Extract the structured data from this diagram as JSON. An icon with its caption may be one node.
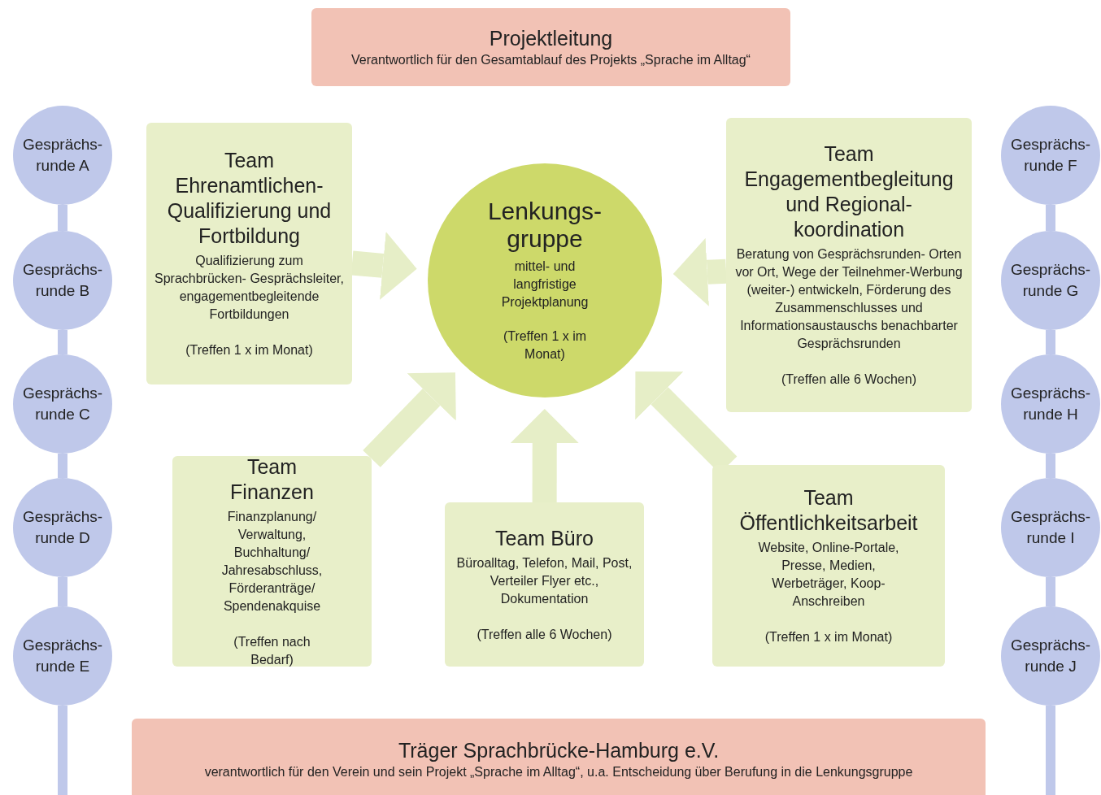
{
  "diagram": {
    "nodes": [
      {
        "text": [
          "Projektleitung",
          "Verantwortlich für den Gesamtablauf des Projekts „Sprache im Alltag“"
        ]
      },
      {
        "text": [
          "Team Ehrenamtlichen- Qualifizierung und Fortbildung",
          "Qualifizierung zum Sprachbrücken- Gesprächsleiter, engagementbegleitende Fortbildungen",
          "(Treffen 1 x im Monat)"
        ]
      },
      {
        "text": [
          "Lenkungs- gruppe",
          "mittel- und langfristige Projektplanung",
          "(Treffen 1 x im Monat)"
        ]
      },
      {
        "text": [
          "Team Engagementbegleitung und Regional- koordination",
          "Beratung von Gesprächsrunden- Orten vor Ort, Wege der Teilnehmer-Werbung (weiter-) entwickeln, Förderung des Zusammenschlusses und Informationsaustauschs benachbarter Gesprächsrunden",
          "(Treffen alle 6 Wochen)"
        ]
      },
      {
        "text": [
          "Team Finanzen",
          "Finanzplanung/ Verwaltung, Buchhaltung/ Jahresabschluss, Förderanträge/ Spendenakquise",
          "(Treffen nach Bedarf)"
        ]
      },
      {
        "text": [
          "Team Büro",
          "Büroalltag, Telefon, Mail, Post, Verteiler Flyer etc., Dokumentation",
          "(Treffen alle 6 Wochen)"
        ]
      },
      {
        "text": [
          "Team Öffentlichkeitsarbeit",
          "Website, Online-Portale, Presse, Medien, Werbeträger, Koop-Anschreiben",
          "(Treffen 1 x im Monat)"
        ]
      },
      {
        "text": [
          "Träger Sprachbrücke-Hamburg e.V.",
          "verantwortlich für den Verein und sein Projekt „Sprache im Alltag“, u.a. Entscheidung über Berufung in die Lenkungsgruppe"
        ]
      },
      {
        "text": [
          "Gesprächs- runde A"
        ]
      },
      {
        "text": [
          "Gesprächs- runde B"
        ]
      },
      {
        "text": [
          "Gesprächs- runde C"
        ]
      },
      {
        "text": [
          "Gesprächs- runde D"
        ]
      },
      {
        "text": [
          "Gesprächs- runde E"
        ]
      },
      {
        "text": [
          "Gesprächs- runde F"
        ]
      },
      {
        "text": [
          "Gesprächs- runde G"
        ]
      },
      {
        "text": [
          "Gesprächs- runde H"
        ]
      },
      {
        "text": [
          "Gesprächs- runde I"
        ]
      },
      {
        "text": [
          "Gesprächs- runde J"
        ]
      }
    ],
    "edges": [
      {
        "from": 1,
        "to": 2,
        "arrow": "to",
        "style": "thick",
        "color": "#e6eec7"
      },
      {
        "from": 3,
        "to": 2,
        "arrow": "to",
        "style": "thick",
        "color": "#e6eec7"
      },
      {
        "from": 4,
        "to": 2,
        "arrow": "to",
        "style": "thick",
        "color": "#e6eec7"
      },
      {
        "from": 5,
        "to": 2,
        "arrow": "to",
        "style": "thick",
        "color": "#e6eec7"
      },
      {
        "from": 6,
        "to": 2,
        "arrow": "to",
        "style": "thick",
        "color": "#e6eec7"
      },
      {
        "from": 8,
        "to": 9,
        "arrow": "none"
      },
      {
        "from": 9,
        "to": 10,
        "arrow": "none"
      },
      {
        "from": 10,
        "to": 11,
        "arrow": "none"
      },
      {
        "from": 11,
        "to": 12,
        "arrow": "none"
      },
      {
        "from": 12,
        "to": null,
        "arrow": "none"
      },
      {
        "from": 13,
        "to": 14,
        "arrow": "none"
      },
      {
        "from": 14,
        "to": 15,
        "arrow": "none"
      },
      {
        "from": 15,
        "to": 16,
        "arrow": "none"
      },
      {
        "from": 16,
        "to": 17,
        "arrow": "none"
      },
      {
        "from": 17,
        "to": null,
        "arrow": "none"
      }
    ]
  }
}
